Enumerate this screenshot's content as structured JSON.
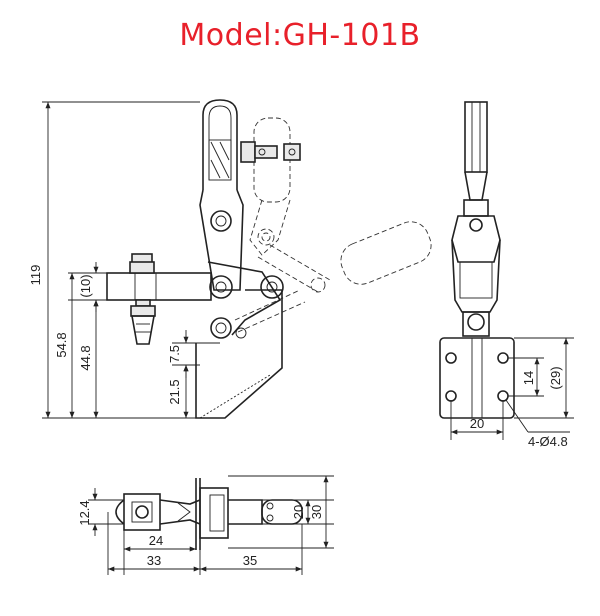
{
  "title": "Model:GH-101B",
  "dimensions": {
    "overall_height": "119",
    "bolt_offset": "(10)",
    "arm_height_1": "54.8",
    "arm_height_2": "44.8",
    "base_height": "21.5",
    "base_step": "7.5",
    "base_width": "20",
    "hole_spacing_v": "14",
    "base_total": "(29)",
    "holes": "4-Ø4.8",
    "handle_width": "12.4",
    "len_24": "24",
    "len_33": "33",
    "len_35": "35",
    "width_20": "20",
    "width_30": "30"
  }
}
